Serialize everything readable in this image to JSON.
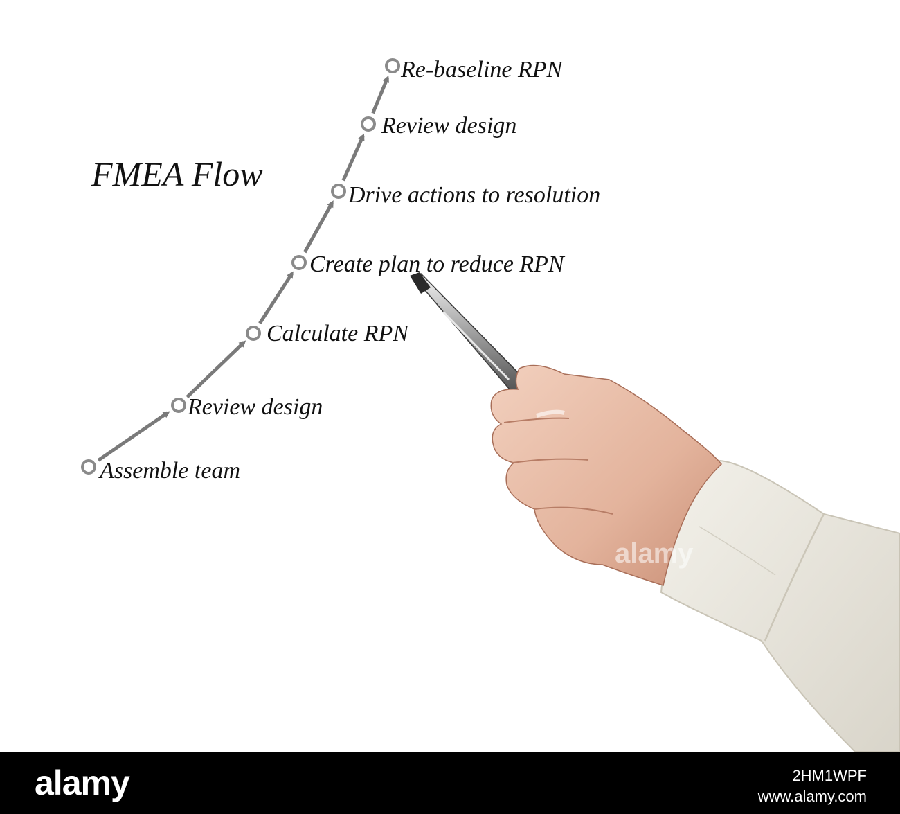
{
  "title": "FMEA Flow",
  "steps": [
    "Assemble team",
    "Review design",
    "Calculate RPN",
    "Create plan to reduce RPN",
    "Drive actions to resolution",
    "Review design",
    "Re-baseline RPN"
  ],
  "watermark": "alamy",
  "footer": {
    "logo": "alamy",
    "image_id": "2HM1WPF",
    "site": "www.alamy.com"
  },
  "colors": {
    "arrow": "#7a7a7a",
    "node_ring": "#8a8a8a",
    "text": "#111111",
    "footer_bg": "#000000"
  }
}
